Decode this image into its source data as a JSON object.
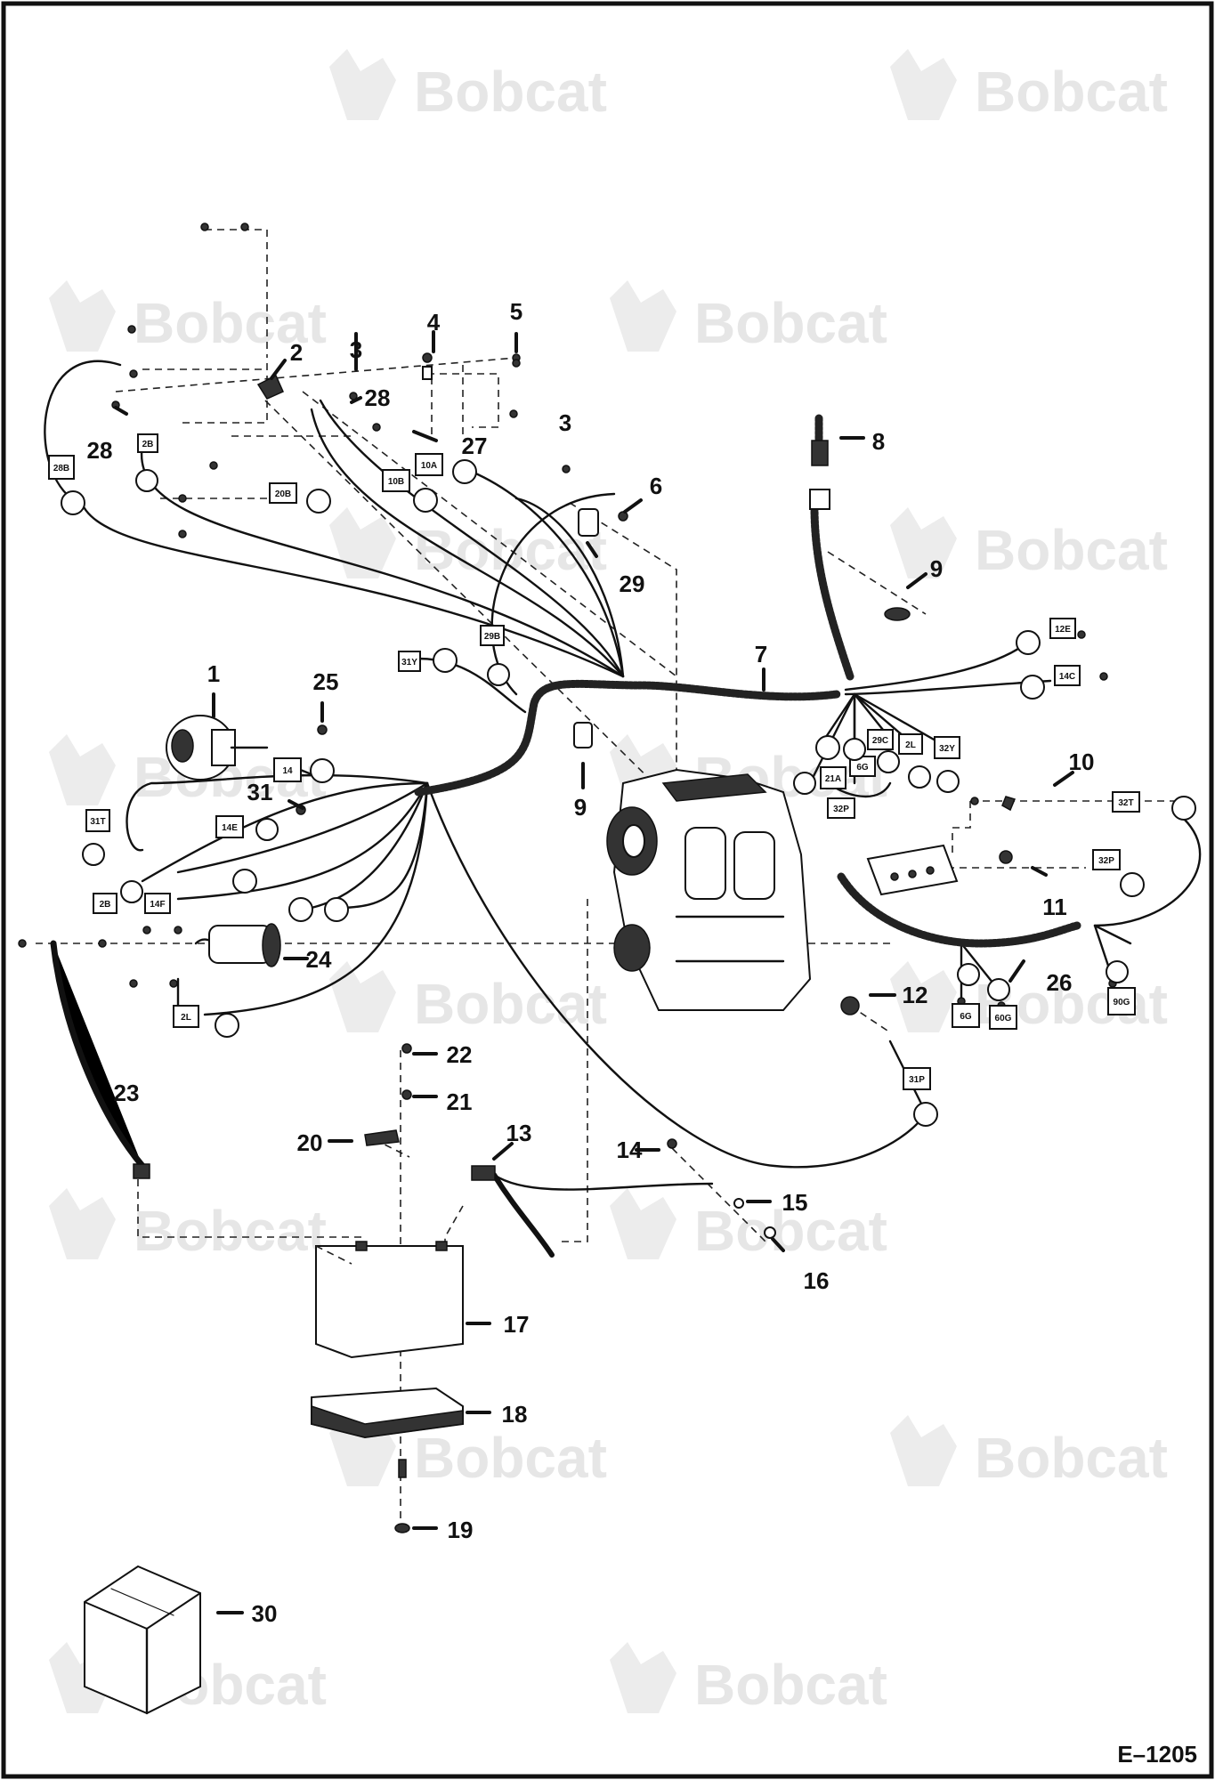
{
  "watermark": {
    "brand": "Bobcat"
  },
  "callouts": [
    {
      "id": "1",
      "label": "1"
    },
    {
      "id": "2",
      "label": "2"
    },
    {
      "id": "3a",
      "label": "3"
    },
    {
      "id": "3b",
      "label": "3"
    },
    {
      "id": "4",
      "label": "4"
    },
    {
      "id": "5",
      "label": "5"
    },
    {
      "id": "6",
      "label": "6"
    },
    {
      "id": "7",
      "label": "7"
    },
    {
      "id": "8",
      "label": "8"
    },
    {
      "id": "9a",
      "label": "9"
    },
    {
      "id": "9b",
      "label": "9"
    },
    {
      "id": "10",
      "label": "10"
    },
    {
      "id": "11",
      "label": "11"
    },
    {
      "id": "12",
      "label": "12"
    },
    {
      "id": "13",
      "label": "13"
    },
    {
      "id": "14",
      "label": "14"
    },
    {
      "id": "15",
      "label": "15"
    },
    {
      "id": "16",
      "label": "16"
    },
    {
      "id": "17",
      "label": "17"
    },
    {
      "id": "18",
      "label": "18"
    },
    {
      "id": "19",
      "label": "19"
    },
    {
      "id": "20",
      "label": "20"
    },
    {
      "id": "21",
      "label": "21"
    },
    {
      "id": "22",
      "label": "22"
    },
    {
      "id": "23",
      "label": "23"
    },
    {
      "id": "24",
      "label": "24"
    },
    {
      "id": "25",
      "label": "25"
    },
    {
      "id": "26",
      "label": "26"
    },
    {
      "id": "27",
      "label": "27"
    },
    {
      "id": "28a",
      "label": "28"
    },
    {
      "id": "28b",
      "label": "28"
    },
    {
      "id": "29",
      "label": "29"
    },
    {
      "id": "30",
      "label": "30"
    },
    {
      "id": "31",
      "label": "31"
    }
  ],
  "wire_tags": [
    {
      "id": "t28b",
      "label": "28B"
    },
    {
      "id": "t2b",
      "label": "2B"
    },
    {
      "id": "t20b",
      "label": "20B"
    },
    {
      "id": "t10b",
      "label": "10B"
    },
    {
      "id": "t10a",
      "label": "10A"
    },
    {
      "id": "t29b",
      "label": "29B"
    },
    {
      "id": "t31y",
      "label": "31Y"
    },
    {
      "id": "t12e",
      "label": "12E"
    },
    {
      "id": "t14c",
      "label": "14C"
    },
    {
      "id": "t29c",
      "label": "29C"
    },
    {
      "id": "t2l",
      "label": "2L"
    },
    {
      "id": "t32y",
      "label": "32Y"
    },
    {
      "id": "t21a",
      "label": "21A"
    },
    {
      "id": "t6g",
      "label": "6G"
    },
    {
      "id": "t32p",
      "label": "32P"
    },
    {
      "id": "t32t",
      "label": "32T"
    },
    {
      "id": "t32p2",
      "label": "32P"
    },
    {
      "id": "t14",
      "label": "14"
    },
    {
      "id": "t14e",
      "label": "14E"
    },
    {
      "id": "t31t",
      "label": "31T"
    },
    {
      "id": "t2b2",
      "label": "2B"
    },
    {
      "id": "t14f",
      "label": "14F"
    },
    {
      "id": "t2l2",
      "label": "2L"
    },
    {
      "id": "t6g2",
      "label": "6G"
    },
    {
      "id": "t60g",
      "label": "60G"
    },
    {
      "id": "t90g",
      "label": "90G"
    },
    {
      "id": "t31p",
      "label": "31P"
    }
  ],
  "figure_code": "E–1205"
}
